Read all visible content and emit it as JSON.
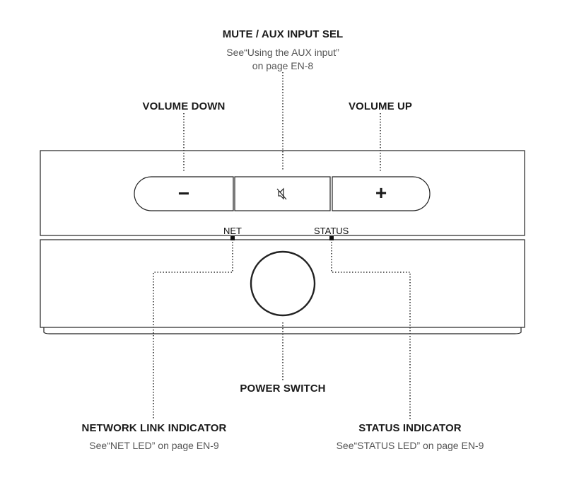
{
  "labels": {
    "mute_title": "MUTE / AUX INPUT SEL",
    "mute_note_1": "See“Using the AUX input”",
    "mute_note_2": "on page EN-8",
    "volume_down": "VOLUME DOWN",
    "volume_up": "VOLUME UP",
    "net": "NET",
    "status": "STATUS",
    "power_switch": "POWER SWITCH",
    "network_link_indicator": "NETWORK LINK INDICATOR",
    "network_note": "See“NET LED” on page EN-9",
    "status_indicator": "STATUS INDICATOR",
    "status_note": "See“STATUS LED” on page EN-9"
  },
  "buttons": {
    "minus_symbol": "−",
    "plus_symbol": "+"
  },
  "icons": {
    "mute": "speaker-mute-icon"
  }
}
